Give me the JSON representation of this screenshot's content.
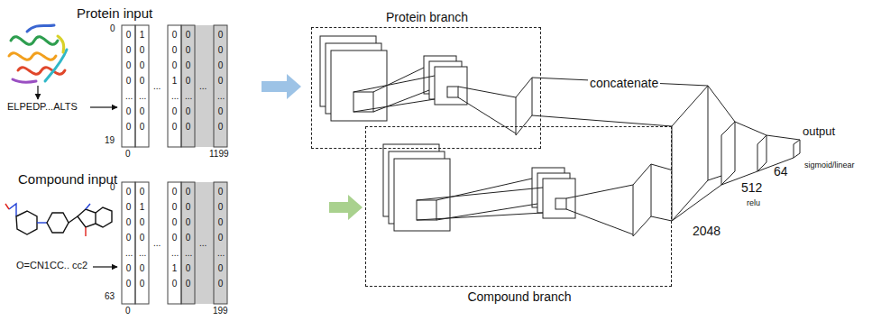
{
  "diagram": {
    "nodes": [
      {
        "text": [
          "Protein branch"
        ]
      },
      {
        "text": [
          "Compound branch"
        ]
      }
    ],
    "labels": [
      "Protein input",
      "ELPEDP...ALTS",
      "0",
      "19",
      "0 0 0 0 ... 0 0",
      "1 0 0 0 ... 0 0",
      "...",
      "0 0 0 1 ... 0 0",
      "0 0 0 0 ... 0 0",
      "...",
      "0 0 0 0 ... 0 0",
      "0",
      "1199",
      "Compound input",
      "O=CN1CC.. cc2",
      "0",
      "63",
      "0 0 0 0 ... 0 0",
      "0 1 0 0 ... 0 0",
      "...",
      "0 0 0 0 ... 1 0",
      "0 0 0 0 ... 0 0",
      "...",
      "0 0 0 0 ... 0 0",
      "0",
      "199",
      "concatenate",
      "2048",
      "512",
      "relu",
      "64",
      "output",
      "sigmoid/linear"
    ]
  }
}
